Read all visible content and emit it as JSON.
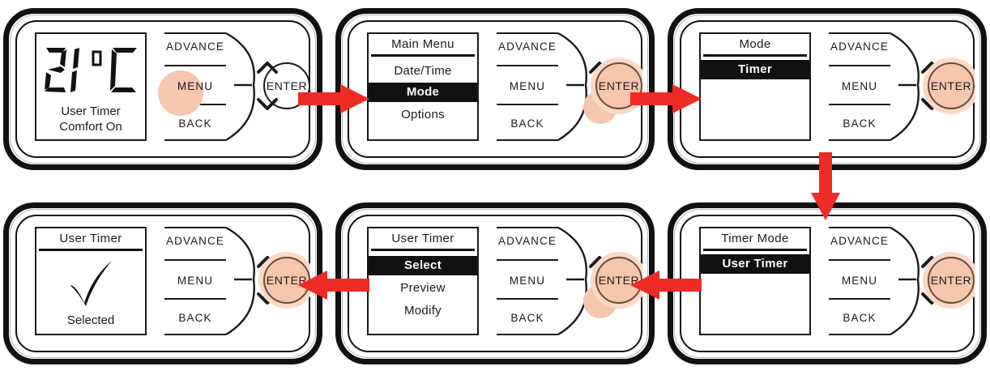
{
  "diagram": {
    "title": "Thermostat User Timer selection sequence",
    "accent_red": "#EE2B24",
    "highlight_peach": "#F7C6AE",
    "highlight_glow": "#FBD9C6",
    "bezel_black": "#111111"
  },
  "controls": {
    "advance_label": "ADVANCE",
    "menu_label": "MENU",
    "back_label": "BACK",
    "enter_label": "ENTER",
    "up_icon": "chevron-up-icon",
    "down_icon": "chevron-down-icon"
  },
  "panels": [
    {
      "id": "panel-1-home",
      "screen_type": "home",
      "temperature": "21",
      "degree_symbol": "°",
      "unit": "C",
      "status_line_1": "User Timer",
      "status_line_2": "Comfort On",
      "highlight": "menu"
    },
    {
      "id": "panel-2-main-menu",
      "screen_type": "menu",
      "header": "Main Menu",
      "items": [
        {
          "label": "Date/Time",
          "selected": false
        },
        {
          "label": "Mode",
          "selected": true
        },
        {
          "label": "Options",
          "selected": false
        }
      ],
      "highlight": "down-and-enter"
    },
    {
      "id": "panel-3-mode",
      "screen_type": "menu",
      "header": "Mode",
      "items": [
        {
          "label": "Timer",
          "selected": true
        }
      ],
      "highlight": "enter"
    },
    {
      "id": "panel-4-selected",
      "screen_type": "confirm",
      "header": "User Timer",
      "tick_icon": "check-mark-icon",
      "footer": "Selected",
      "highlight": "enter"
    },
    {
      "id": "panel-5-user-timer",
      "screen_type": "menu",
      "header": "User Timer",
      "items": [
        {
          "label": "Select",
          "selected": true
        },
        {
          "label": "Preview",
          "selected": false
        },
        {
          "label": "Modify",
          "selected": false
        }
      ],
      "highlight": "down-and-enter"
    },
    {
      "id": "panel-6-timer-mode",
      "screen_type": "menu",
      "header": "Timer Mode",
      "items": [
        {
          "label": "User Timer",
          "selected": true
        }
      ],
      "highlight": "enter"
    }
  ],
  "arrows": [
    {
      "id": "arrow-1-to-2",
      "direction": "right"
    },
    {
      "id": "arrow-2-to-3",
      "direction": "right"
    },
    {
      "id": "arrow-3-to-6",
      "direction": "down"
    },
    {
      "id": "arrow-6-to-5",
      "direction": "left"
    },
    {
      "id": "arrow-5-to-4",
      "direction": "left"
    }
  ]
}
